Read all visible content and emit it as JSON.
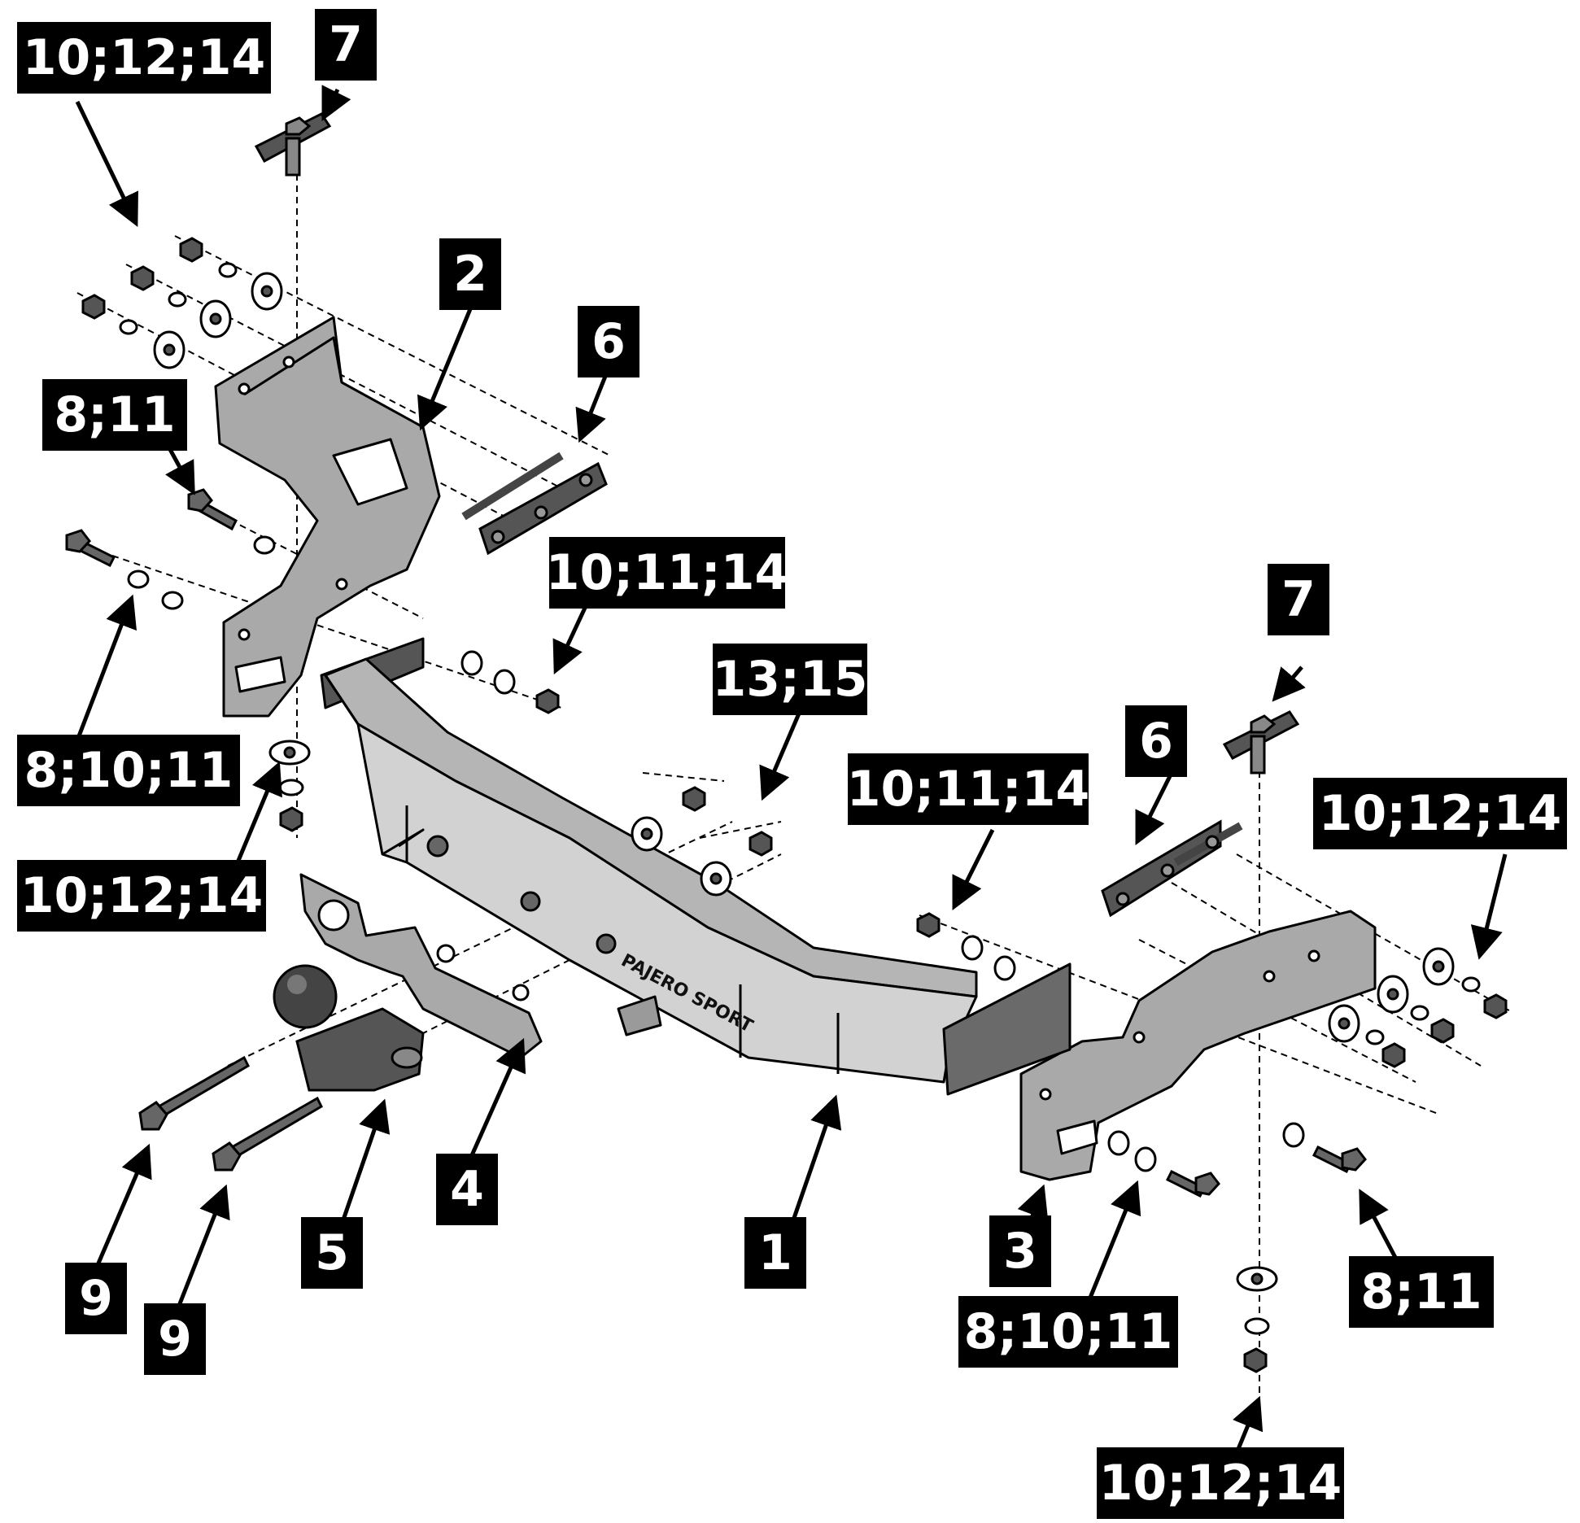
{
  "diagram": {
    "brand_text": "PAJERO SPORT",
    "callouts": [
      {
        "id": "c1",
        "label": "10;12;14"
      },
      {
        "id": "c2",
        "label": "7"
      },
      {
        "id": "c3",
        "label": "2"
      },
      {
        "id": "c4",
        "label": "6"
      },
      {
        "id": "c5",
        "label": "8;11"
      },
      {
        "id": "c6",
        "label": "10;11;14"
      },
      {
        "id": "c7",
        "label": "13;15"
      },
      {
        "id": "c8",
        "label": "8;10;11"
      },
      {
        "id": "c9",
        "label": "10;12;14"
      },
      {
        "id": "c10",
        "label": "7"
      },
      {
        "id": "c11",
        "label": "6"
      },
      {
        "id": "c12",
        "label": "10;11;14"
      },
      {
        "id": "c13",
        "label": "10;12;14"
      },
      {
        "id": "c14",
        "label": "4"
      },
      {
        "id": "c15",
        "label": "5"
      },
      {
        "id": "c16",
        "label": "1"
      },
      {
        "id": "c17",
        "label": "9"
      },
      {
        "id": "c18",
        "label": "9"
      },
      {
        "id": "c19",
        "label": "3"
      },
      {
        "id": "c20",
        "label": "8;10;11"
      },
      {
        "id": "c21",
        "label": "8;11"
      },
      {
        "id": "c22",
        "label": "10;12;14"
      }
    ]
  }
}
